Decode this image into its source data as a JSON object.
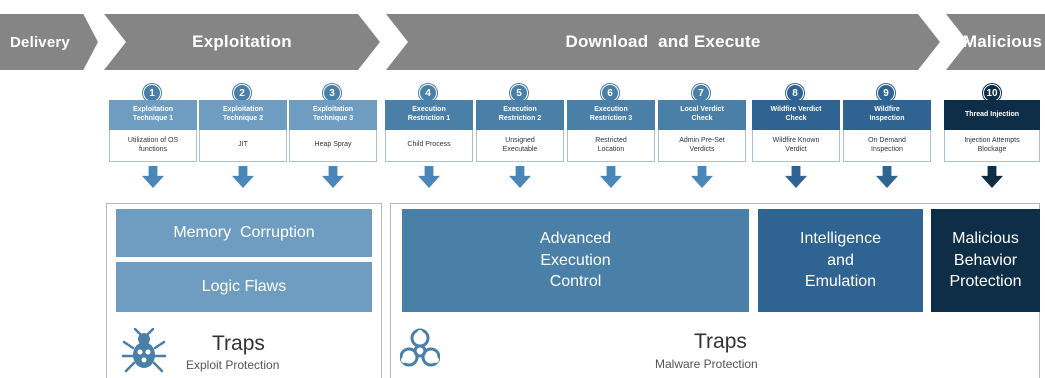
{
  "colors": {
    "phase_gray": "#858585",
    "light_blue": "#6f9dc2",
    "mid_blue": "#4a7fa8",
    "dark_blue": "#2f6391",
    "navy": "#0e2e48",
    "arrow_blue": "#4a86b8"
  },
  "phases": {
    "delivery": "Delivery",
    "exploitation": "Exploitation",
    "download_execute": "Download  and Execute",
    "malicious": "Malicious"
  },
  "steps": [
    {
      "num": "1",
      "head": "Exploitation\nTechnique 1",
      "sub": "Utilization of OS\nfunctions"
    },
    {
      "num": "2",
      "head": "Exploitation\nTechnique 2",
      "sub": "JIT"
    },
    {
      "num": "3",
      "head": "Exploitation\nTechnique 3",
      "sub": "Heap Spray"
    },
    {
      "num": "4",
      "head": "Execution\nRestriction 1",
      "sub": "Child Process"
    },
    {
      "num": "5",
      "head": "Execution\nRestriction 2",
      "sub": "Unsigned\nExecutable"
    },
    {
      "num": "6",
      "head": "Execution\nRestriction 3",
      "sub": "Restricted\nLocation"
    },
    {
      "num": "7",
      "head": "Local Verdict\nCheck",
      "sub": "Admin Pre-Set\nVerdicts"
    },
    {
      "num": "8",
      "head": "Wildfire Verdict\nCheck",
      "sub": "Wildfire Known\nVerdict"
    },
    {
      "num": "9",
      "head": "Wildfire\nInspection",
      "sub": "On Demand\nInspection"
    },
    {
      "num": "10",
      "head": "Thread Injection",
      "sub": "Injection Attempts\nBlockage"
    }
  ],
  "panels": {
    "memory_corruption": "Memory  Corruption",
    "logic_flaws": "Logic Flaws",
    "advanced_execution": "Advanced\nExecution\nControl",
    "intelligence": "Intelligence\nand\nEmulation",
    "malicious_behavior": "Malicious\nBehavior\nProtection"
  },
  "footer": {
    "left_title": "Traps",
    "left_sub": "Exploit Protection",
    "right_title": "Traps",
    "right_sub": "Malware Protection"
  }
}
